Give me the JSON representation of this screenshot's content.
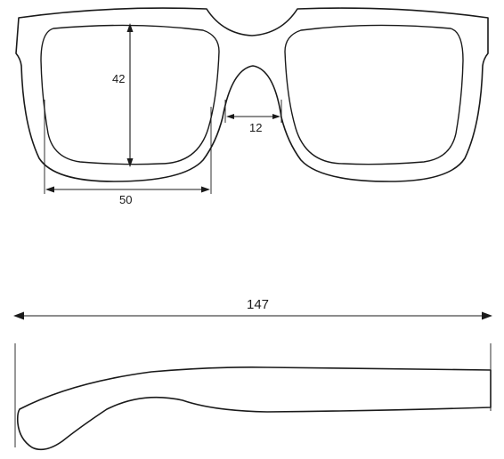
{
  "front_view": {
    "lens_height": "42",
    "lens_width": "50",
    "bridge_width": "12"
  },
  "side_view": {
    "temple_length": "147"
  }
}
